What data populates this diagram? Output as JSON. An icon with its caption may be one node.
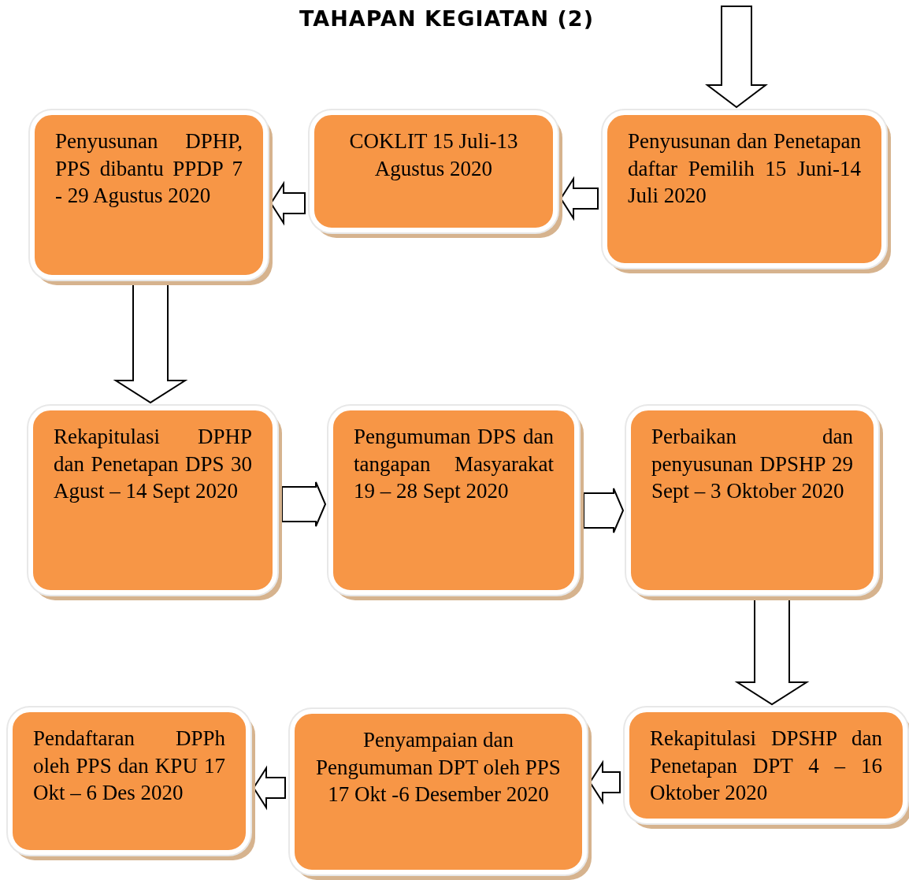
{
  "diagram": {
    "title": "TAHAPAN KEGIATAN (2)",
    "nodes": [
      {
        "text": [
          "Penyusunan DPHP, PPS dibantu PPDP 7 - 29 Agustus 2020"
        ]
      },
      {
        "text": [
          "COKLIT 15 Juli-13 Agustus 2020"
        ]
      },
      {
        "text": [
          "Penyusunan dan Penetapan daftar Pemilih 15 Juni-14 Juli 2020"
        ]
      },
      {
        "text": [
          "Rekapitulasi DPHP dan Penetapan DPS 30 Agust – 14 Sept 2020"
        ]
      },
      {
        "text": [
          "Pengumuman DPS dan tangapan Masyarakat 19 – 28 Sept 2020"
        ]
      },
      {
        "text": [
          "Perbaikan dan penyusunan DPSHP 29 Sept – 3 Oktober 2020"
        ]
      },
      {
        "text": [
          "Pendaftaran DPPh oleh PPS dan KPU 17 Okt – 6 Des 2020"
        ]
      },
      {
        "text": [
          "Penyampaian dan Pengumuman DPT oleh PPS 17 Okt -6 Desember 2020"
        ]
      },
      {
        "text": [
          "Rekapitulasi DPSHP dan Penetapan DPT 4 – 16 Oktober 2020"
        ]
      }
    ],
    "edges": [
      {
        "from": null,
        "to": 2,
        "arrow": "to"
      },
      {
        "from": 2,
        "to": 1,
        "arrow": "to"
      },
      {
        "from": 1,
        "to": 0,
        "arrow": "to"
      },
      {
        "from": 0,
        "to": 3,
        "arrow": "to"
      },
      {
        "from": 3,
        "to": 4,
        "arrow": "to"
      },
      {
        "from": 4,
        "to": 5,
        "arrow": "to"
      },
      {
        "from": 5,
        "to": 8,
        "arrow": "to"
      },
      {
        "from": 8,
        "to": 7,
        "arrow": "to"
      },
      {
        "from": 7,
        "to": 6,
        "arrow": "to"
      }
    ]
  }
}
